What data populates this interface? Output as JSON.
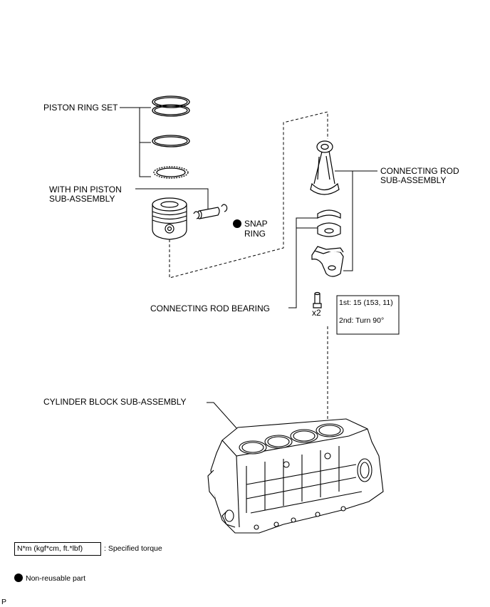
{
  "labels": {
    "piston_ring_set": "PISTON RING SET",
    "with_pin_piston_1": "WITH PIN PISTON",
    "with_pin_piston_2": "SUB-ASSEMBLY",
    "snap_ring_1": "SNAP",
    "snap_ring_2": "RING",
    "connecting_rod_1": "CONNECTING ROD",
    "connecting_rod_2": "SUB-ASSEMBLY",
    "connecting_rod_bearing": "CONNECTING ROD BEARING",
    "cylinder_block": "CYLINDER BLOCK SUB-ASSEMBLY",
    "bolt_qty": "x2"
  },
  "torque": {
    "first": "1st: 15 (153, 11)",
    "second": "2nd: Turn 90°"
  },
  "legend": {
    "torque_unit": "N*m (kgf*cm, ft.*lbf)",
    "torque_desc": ": Specified torque",
    "non_reusable": "Non-reusable part"
  },
  "footer": {
    "code": "P"
  }
}
